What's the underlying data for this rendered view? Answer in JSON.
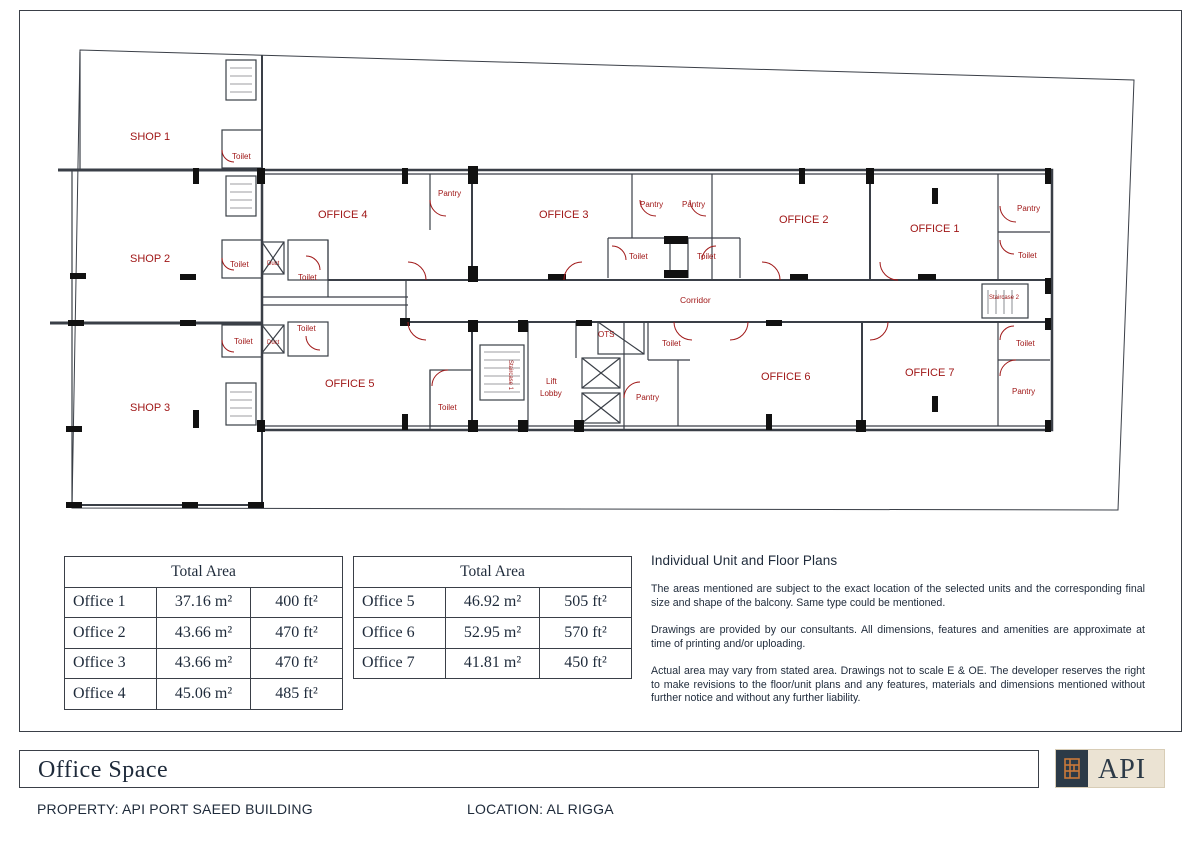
{
  "plan": {
    "shops": [
      "SHOP 1",
      "SHOP 2",
      "SHOP 3"
    ],
    "offices": [
      "OFFICE 1",
      "OFFICE 2",
      "OFFICE 3",
      "OFFICE 4",
      "OFFICE 5",
      "OFFICE 6",
      "OFFICE 7"
    ],
    "toilet": "Toilet",
    "pantry": "Pantry",
    "duct": "Duct",
    "corridor": "Corridor",
    "lift_lobby_1": "Lift",
    "lift_lobby_2": "Lobby",
    "ots": "OTS",
    "staircase_1": "Staircase 1",
    "staircase_2": "Staircase 2"
  },
  "table_left": {
    "header": "Total Area",
    "rows": [
      {
        "name": "Office 1",
        "m2": "37.16 m²",
        "ft": "400 ft²"
      },
      {
        "name": "Office 2",
        "m2": "43.66 m²",
        "ft": "470 ft²"
      },
      {
        "name": "Office 3",
        "m2": "43.66 m²",
        "ft": "470 ft²"
      },
      {
        "name": "Office 4",
        "m2": "45.06 m²",
        "ft": "485 ft²"
      }
    ]
  },
  "table_right": {
    "header": "Total Area",
    "rows": [
      {
        "name": "Office 5",
        "m2": "46.92 m²",
        "ft": "505 ft²"
      },
      {
        "name": "Office 6",
        "m2": "52.95 m²",
        "ft": "570 ft²"
      },
      {
        "name": "Office 7",
        "m2": "41.81 m²",
        "ft": "450 ft²"
      }
    ]
  },
  "notes": {
    "title": "Individual Unit and Floor Plans",
    "p1": "The areas mentioned are subject to the exact location of  the selected units and the corresponding final size and shape of the balcony.  Same type could be mentioned.",
    "p2": "Drawings are provided by our consultants. All dimensions, features and amenities are approximate at time of printing and/or uploading.",
    "p3": "Actual area may vary from stated area. Drawings not to scale E & OE. The developer reserves the right to make revisions to the floor/unit plans and any features, materials and dimensions mentioned without further notice and without any further liability."
  },
  "title": "Office Space",
  "logo_text": "API",
  "footer": {
    "property": "PROPERTY: API PORT SAEED BUILDING",
    "location": "LOCATION: AL RIGGA"
  },
  "colors": {
    "label_red": "#a01818",
    "ink": "#1e2a3a",
    "logo_bg": "#ebe3d3",
    "logo_mark": "#2c3a47"
  }
}
